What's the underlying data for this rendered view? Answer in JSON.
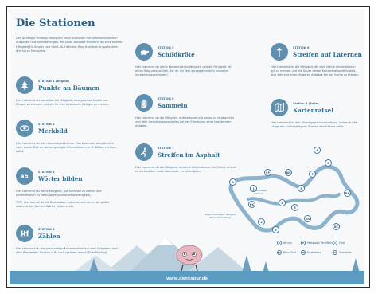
{
  "poster": {
    "title": "Die Stationen",
    "intro": "Der Denkspur entlang begegnen neun Stationen mit unterschiedlichen Aufgaben und Anforderungen. Mit jeder Aufgabe trainierst du eine andere Fähigkeit für Körper und Geist. Auf deinem Weg trainierst du außerdem drei kurze Minispiele.",
    "footer_url": "www.denkspur.de"
  },
  "stations": [
    {
      "label": "STATION 1 (Beginn)",
      "name": "Punkte an Bäumen",
      "desc": "Hier trainierst du vor allem die Fähigkeit, eine gewisse Anzahl von Dingen zu erinnern und sie für eine bestimmte Zeit gut zu merken.",
      "icon": "tree-icon"
    },
    {
      "label": "STATION 2",
      "name": "Merkbild",
      "desc": "Hier trainierst du dein Kurzzeitgedächtnis. Das bedeutet, dass du dich nach kurzer Zeit an vorher gezeigte Informationen, z. B. Bilder, erinnern sollst.",
      "icon": "eye-icon"
    },
    {
      "label": "STATION 3",
      "name": "Wörter bilden",
      "desc": "Hier trainierst du deine Fähigkeit, gut Schlüsse zu ziehen und Informationen zu verknüpfen (Kombinationsfähigkeit).",
      "tipp": "TIPP: Hier kannst du die Buchstaben notieren, aus denen du später während des Gehens Wörter bilden sollst.",
      "icon": "letters-icon"
    },
    {
      "label": "STATION 4",
      "name": "Zählen",
      "desc": "Hier trainierst du die gleichzeitige Konzentration auf zwei Aufgaben; weil dem Wendelden Gehens z. B. noch rechnen musst (Dual-Tasking).",
      "icon": "counting-icon"
    },
    {
      "label": "STATION 5",
      "name": "Schildkröte",
      "desc": "Hier trainierst du deine Konzentrationsfähigkeit und die Fähigkeit, dir einen Weg vorzustellen, der dir als Text vorgegeben wird (visuelles Vorstellungsvermögen).",
      "icon": "turtle-icon"
    },
    {
      "label": "STATION 6",
      "name": "Sammeln",
      "desc": "Hier trainierst du die Fähigkeit, aufmerksam und genau zu beobachten und dein Gesichtsbewusstseins bei der Erledigung einer bestimmten Aufgabe.",
      "icon": "hand-icon"
    },
    {
      "label": "STATION 7",
      "name": "Streifen im Asphalt",
      "desc": "Hier trainierst du die Fähigkeit, einzelne Informationen im Gehirn schnell zu verarbeiten und miteinander zu verknüpfen.",
      "icon": "runner-icon"
    },
    {
      "label": "STATION 8",
      "name": "Streifen auf Laternen",
      "desc": "Hier trainierst du die Fähigkeit, dir viele kleine Informationen gut zu merken und die Dauer deiner Konzentrationsfähigkeit, also während einer längeren Aufgabe bei der Sache zu bleiben.",
      "icon": "lamp-icon"
    },
    {
      "label": "Station 9 (Ende)",
      "name": "Kartenrätsel",
      "desc": "Hier trainierst du dein Gleichgewichtsvermögen, indem du die Länge der zurückgelegten Strecke abschätzen sollst.",
      "icon": "map-icon"
    }
  ],
  "map": {
    "start_label": "Ende Denkspur (Atrium)",
    "begin_label": "Beginn Denkspur (Eingang Bezirksbibliothek)",
    "points": [
      "A",
      "1",
      "2",
      "3",
      "4",
      "5",
      "6",
      "7",
      "8",
      "9",
      "RK",
      "BC",
      "ZR",
      "BK",
      "BM",
      "SP"
    ],
    "legend": [
      {
        "code": "A",
        "text": "Atrium"
      },
      {
        "code": "P",
        "text": "Parkplatz/ Parkfläche"
      },
      {
        "code": "C",
        "text": "Chef"
      },
      {
        "code": "BC",
        "text": "Büro Chef"
      },
      {
        "code": "BK",
        "text": "Kinderbüro"
      },
      {
        "code": "SP",
        "text": "Spielplatz"
      }
    ]
  },
  "colors": {
    "accent": "#5c9bc0",
    "title": "#2f5d7e",
    "icon_bg": "#5f8fae"
  }
}
